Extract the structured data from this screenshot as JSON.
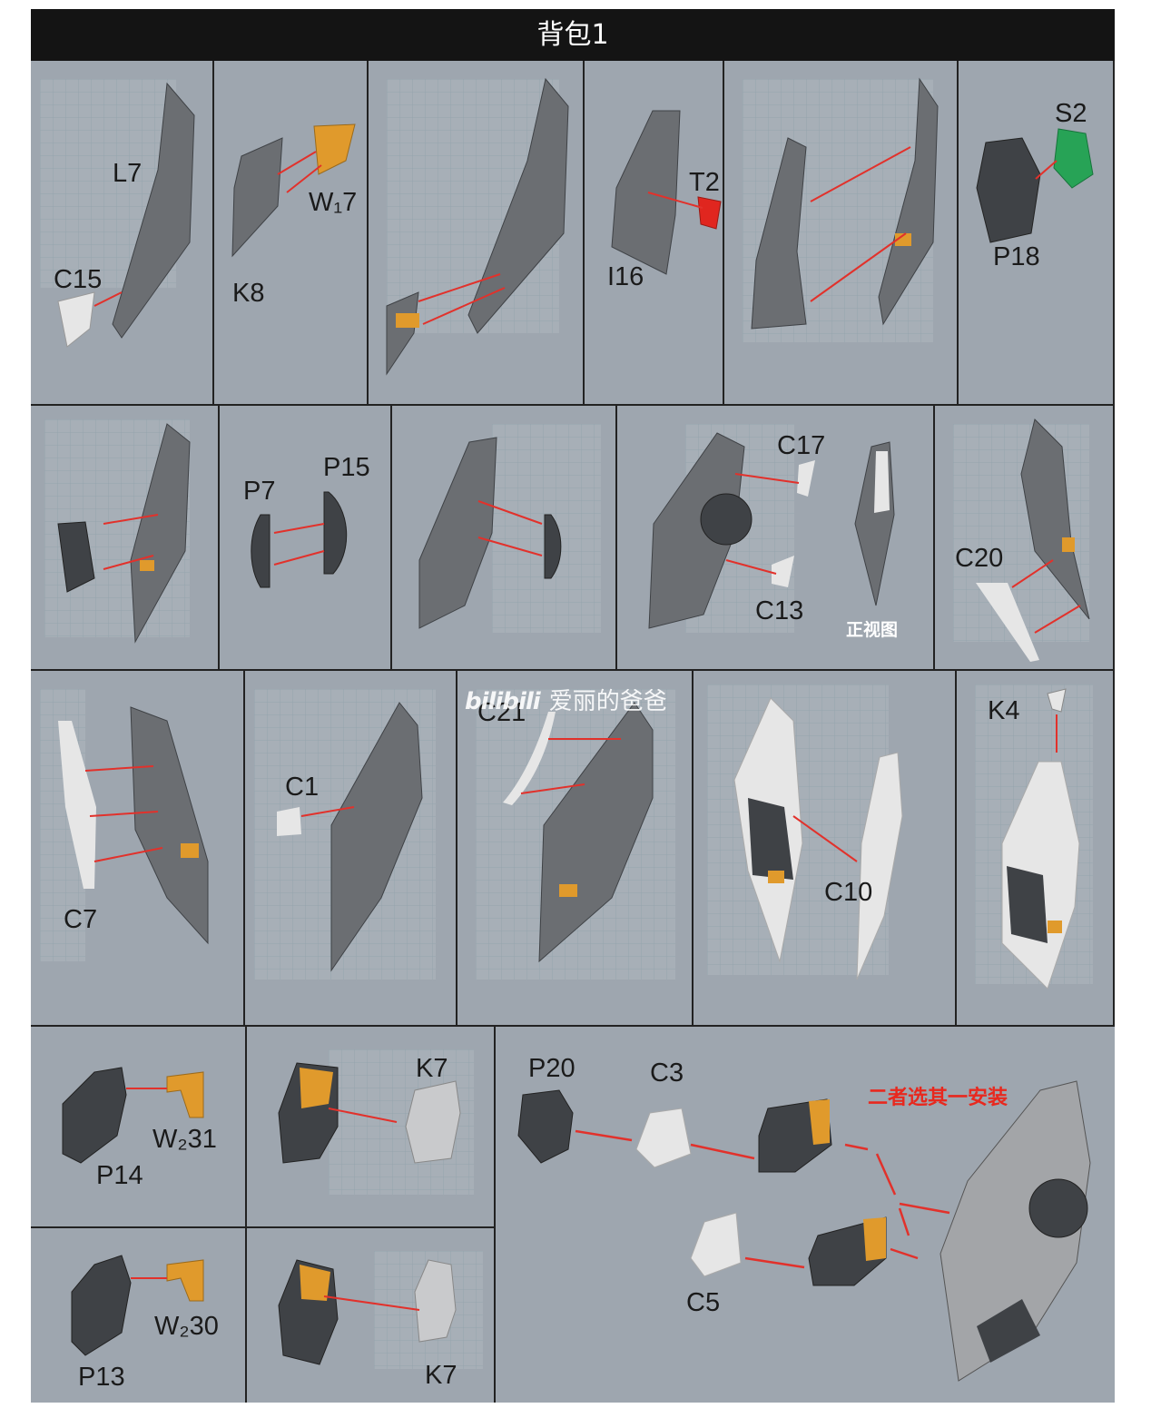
{
  "title": "背包1",
  "watermark": {
    "logo": "bilibili",
    "author": "爱丽的爸爸"
  },
  "labels": {
    "L7": "L7",
    "C15": "C15",
    "K8": "K8",
    "W17": "W₁7",
    "I16": "I16",
    "T2": "T2",
    "S2": "S2",
    "P18": "P18",
    "P7": "P7",
    "P15": "P15",
    "C17": "C17",
    "C13": "C13",
    "front_view": "正视图",
    "C20": "C20",
    "C7": "C7",
    "C1": "C1",
    "C21": "C21",
    "C10": "C10",
    "K4": "K4",
    "W231": "W₂31",
    "P14": "P14",
    "K7a": "K7",
    "W230": "W₂30",
    "P13": "P13",
    "K7b": "K7",
    "P20": "P20",
    "C3": "C3",
    "C5": "C5",
    "choose_one": "二者选其一安装"
  },
  "colors": {
    "part_gray": "#6b6e72",
    "part_dark": "#3f4246",
    "part_white": "#e6e6e6",
    "part_orange": "#e09a2c",
    "part_red": "#e0261f",
    "part_green": "#27a356",
    "arrow_red": "#e2312b",
    "background": "#9ea6af",
    "title_bg": "#141414"
  }
}
